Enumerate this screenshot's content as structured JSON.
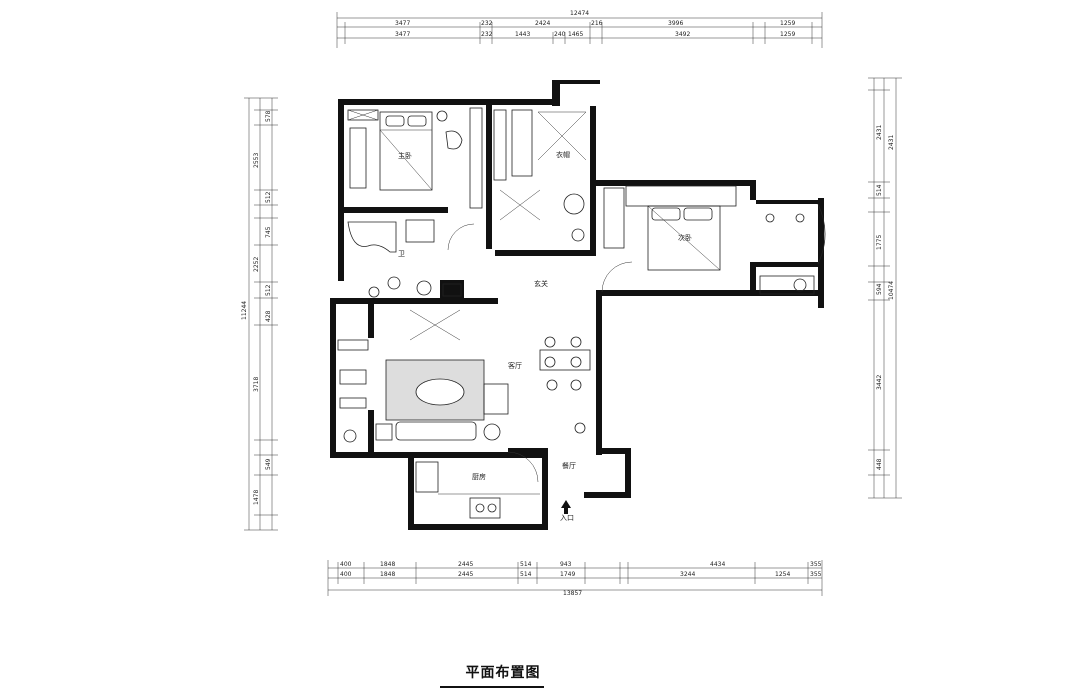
{
  "title": "平面布置图",
  "dimensions": {
    "top_total": "12474",
    "top_row1": [
      "3477",
      "232",
      "2424",
      "216",
      "3996",
      "1259"
    ],
    "top_row2": [
      "3477",
      "232",
      "1443",
      "240",
      "1465",
      "3492",
      "1259"
    ],
    "bottom_row1": [
      "400",
      "1848",
      "2445",
      "514",
      "943",
      "4434",
      "355"
    ],
    "bottom_row2": [
      "400",
      "1848",
      "2445",
      "514",
      "1749",
      "3244",
      "1254",
      "355"
    ],
    "bottom_total": "13857",
    "left_total": "11244",
    "left_col": [
      "578",
      "2553",
      "512",
      "745",
      "2252",
      "512",
      "428",
      "3718",
      "549",
      "1478"
    ],
    "right_total": "10474",
    "right_col": [
      "2431",
      "514",
      "2431",
      "1775",
      "594",
      "3442",
      "448"
    ]
  },
  "rooms": {
    "master_bedroom": "主卧",
    "cloakroom": "衣帽",
    "second_bedroom": "次卧",
    "bathroom": "卫",
    "living_room": "客厅",
    "dining_room": "餐厅",
    "kitchen": "厨房",
    "foyer": "玄关",
    "entrance": "入口"
  }
}
